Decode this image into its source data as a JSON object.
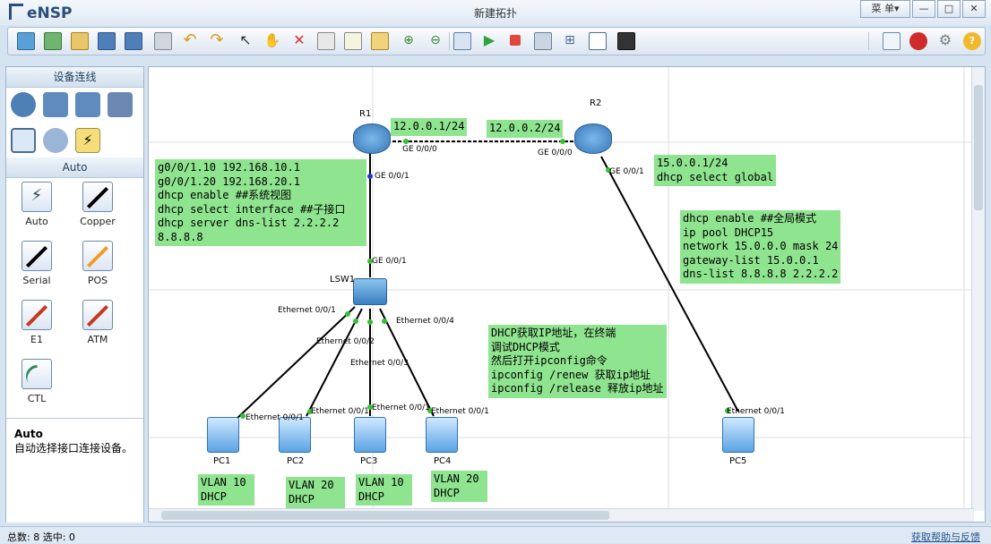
{
  "app": {
    "name": "eNSP",
    "window_title": "新建拓扑",
    "menu_label": "菜 单▾"
  },
  "window_buttons": {
    "minimize": "—",
    "maximize": "□",
    "close": "✕"
  },
  "toolbar": {
    "icons": [
      "new-topology-icon",
      "new-example-icon",
      "open-icon",
      "save-icon",
      "save-as-icon",
      "print-icon",
      "undo-icon",
      "redo-icon",
      "select-icon",
      "hand-icon",
      "delete-icon",
      "delete-links-icon",
      "text-icon",
      "rectangle-icon",
      "zoom-in-icon",
      "zoom-out-icon",
      "fit-icon",
      "start-icon",
      "stop-icon",
      "capture-icon",
      "show-interface-icon",
      "grid-icon",
      "palette-icon"
    ],
    "right_icons": [
      "feedback-icon",
      "huawei-icon",
      "settings-icon",
      "help-icon"
    ]
  },
  "left_panel": {
    "header": "设备连线",
    "section_title": "Auto",
    "connections": [
      {
        "label": "Auto"
      },
      {
        "label": "Copper"
      },
      {
        "label": "Serial"
      },
      {
        "label": "POS"
      },
      {
        "label": "E1"
      },
      {
        "label": "ATM"
      },
      {
        "label": "CTL"
      }
    ],
    "description_title": "Auto",
    "description_text": "自动选择接口连接设备。"
  },
  "topology": {
    "devices": {
      "r1": "R1",
      "r2": "R2",
      "lsw1": "LSW1",
      "pc1": "PC1",
      "pc2": "PC2",
      "pc3": "PC3",
      "pc4": "PC4",
      "pc5": "PC5"
    },
    "ports": {
      "r1_g000": "GE 0/0/0",
      "r2_g000": "GE 0/0/0",
      "r1_g001": "GE 0/0/1",
      "r2_g001": "GE 0/0/1",
      "lsw_g001": "GE 0/0/1",
      "lsw_e1": "Ethernet 0/0/1",
      "lsw_e2": "Ethernet 0/0/2",
      "lsw_e3": "Ethernet 0/0/3",
      "lsw_e4": "Ethernet 0/0/4",
      "pc1_e": "Ethernet 0/0/1",
      "pc2_e": "Ethernet 0/0/1",
      "pc3_e": "Ethernet 0/0/1",
      "pc4_e": "Ethernet 0/0/1",
      "pc5_e": "Ethernet 0/0/1"
    },
    "notes": {
      "r1_ip": "12.0.0.1/24",
      "r2_ip": "12.0.0.2/24",
      "r1_config": "g0/0/1.10 192.168.10.1\ng0/0/1.20 192.168.20.1\ndhcp enable ##系统视图\ndhcp select interface ##子接口\ndhcp server dns-list 2.2.2.2\n8.8.8.8",
      "r2_g1": "15.0.0.1/24\ndhcp select global",
      "r2_pool": "dhcp enable ##全局模式\nip pool DHCP15\nnetwork 15.0.0.0 mask 24\ngateway-list 15.0.0.1\ndns-list 8.8.8.8 2.2.2.2",
      "tip": "DHCP获取IP地址，在终端\n调试DHCP模式\n然后打开ipconfig命令\nipconfig /renew 获取ip地址\nipconfig /release 释放ip地址",
      "pc1_vlan": "VLAN 10\nDHCP",
      "pc2_vlan": "VLAN 20\nDHCP",
      "pc3_vlan": "VLAN 10\nDHCP",
      "pc4_vlan": "VLAN 20\nDHCP"
    }
  },
  "status": {
    "count": "总数: 8 选中: 0",
    "help_link": "获取帮助与反馈"
  }
}
